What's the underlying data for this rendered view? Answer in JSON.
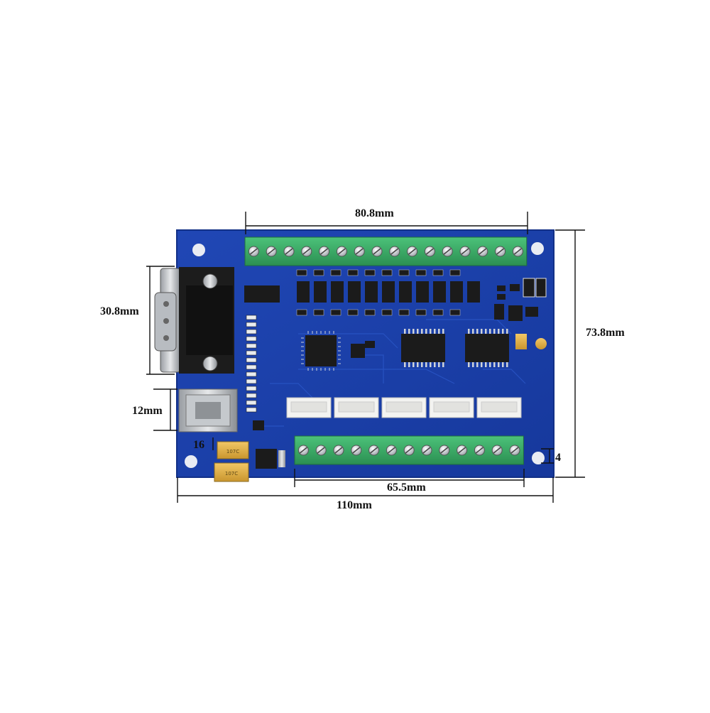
{
  "dimensions": {
    "top_width": "80.8mm",
    "connector_height": "30.8mm",
    "usb_height": "12mm",
    "usb_offset": "16",
    "board_height": "73.8mm",
    "terminal_offset": "4",
    "bottom_terminal_width": "65.5mm",
    "board_width": "110mm"
  },
  "colors": {
    "pcb": "#1a3fa8",
    "pcb_edge": "#123087",
    "terminal_green": "#3db36b",
    "terminal_dark": "#2a8a4f",
    "screw": "#d9dde2",
    "chip": "#1b1b1b",
    "dim_line": "#111111"
  },
  "component_labels": {
    "capacitor_a": "107C",
    "capacitor_b": "107C"
  }
}
